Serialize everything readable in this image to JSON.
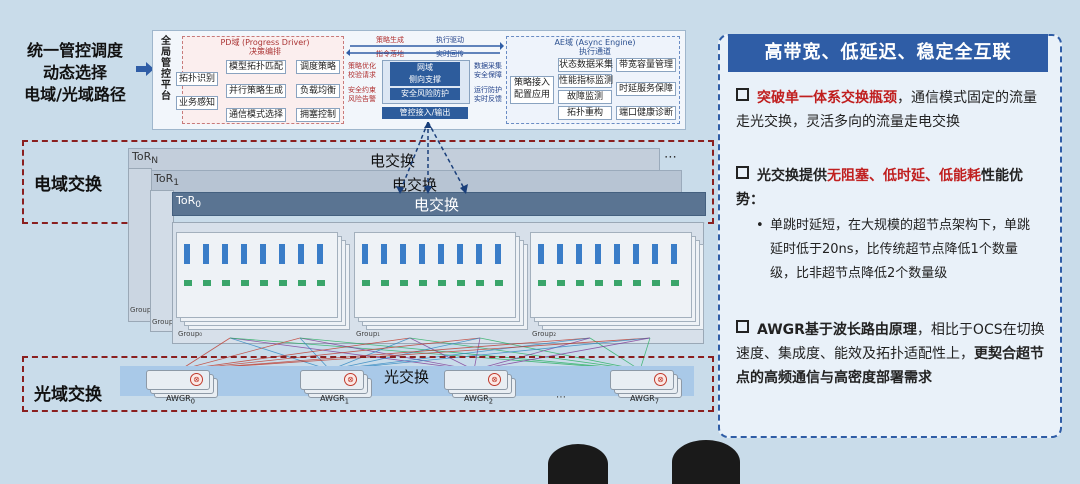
{
  "left_title": [
    "统一管控调度",
    "动态选择",
    "电域/光域路径"
  ],
  "control": {
    "side": [
      "全",
      "局",
      "管",
      "控",
      "平",
      "台"
    ],
    "pd_title": [
      "PD域 (Progress Driver)",
      "决策编排"
    ],
    "ae_title": [
      "AE域 (Async Engine)",
      "执行通道"
    ],
    "pd_left": [
      "拓扑识别",
      "业务感知"
    ],
    "pd_mid": [
      "模型拓扑匹配",
      "并行策略生成",
      "通信模式选择"
    ],
    "pd_right": [
      "调度策略",
      "负载均衡",
      "拥塞控制"
    ],
    "center_top": [
      "策略生成",
      "执行驱动",
      "指令落地",
      "实时回传"
    ],
    "center_left_notes": [
      "策略优化",
      "校验请求",
      "安全约束",
      "风险告警"
    ],
    "center_right_notes": [
      "数据采集",
      "安全保障",
      "运行防护",
      "实时反馈"
    ],
    "center_boxes": [
      "网域",
      "侧向支撑",
      "安全风险防护",
      "管控接入/输出"
    ],
    "ae_left": [
      "策略接入",
      "配置应用"
    ],
    "ae_mid": [
      "状态数据采集",
      "性能指标监测",
      "故障监测",
      "拓扑重构"
    ],
    "ae_right": [
      "带宽容量管理",
      "时延服务保障",
      "端口健康诊断"
    ]
  },
  "electrical": {
    "label": "电域交换",
    "tors": [
      {
        "name": "ToR",
        "sub": "N",
        "switch": "电交换"
      },
      {
        "name": "ToR",
        "sub": "1",
        "switch": "电交换"
      },
      {
        "name": "ToR",
        "sub": "0",
        "switch": "电交换"
      }
    ],
    "group_labels": [
      "Group₀",
      "Group₁",
      "Group₂"
    ],
    "dots": "⋯",
    "side_groups": [
      "Group",
      "Group"
    ]
  },
  "optical": {
    "label": "光域交换",
    "switch": "光交换",
    "awgrs": [
      {
        "name": "AWGR",
        "sub": "0"
      },
      {
        "name": "AWGR",
        "sub": "1"
      },
      {
        "name": "AWGR",
        "sub": "2"
      },
      {
        "name": "AWGR",
        "sub": "7"
      }
    ],
    "dots": "⋯"
  },
  "right": {
    "title": "高带宽、低延迟、稳定全互联",
    "p1_red": "突破单一体系交换瓶颈",
    "p1_rest": "，通信模式固定的流量走光交换，灵活多向的流量走电交换",
    "p2_a": "光交换提供",
    "p2_red": "无阻塞、低时延、低能耗",
    "p2_b": "性能优势",
    "p2_colon": "：",
    "bullet": "单跳时延短，在大规模的超节点架构下，单跳延时低于20ns，比传统超节点降低1个数量级，比非超节点降低2个数量级",
    "p3_bold": "AWGR基于波长路由原理",
    "p3_rest": "，相比于OCS在切换速度、集成度、能效及拓扑适配性上，",
    "p3_end": "更契合超节点的高频通信与高密度部署需求"
  },
  "colors": {
    "accent": "#2f5da6",
    "alert": "#c01f1f",
    "frame": "#8a1f1f",
    "chip": "#3a7dc8",
    "port": "#3aa56a"
  }
}
